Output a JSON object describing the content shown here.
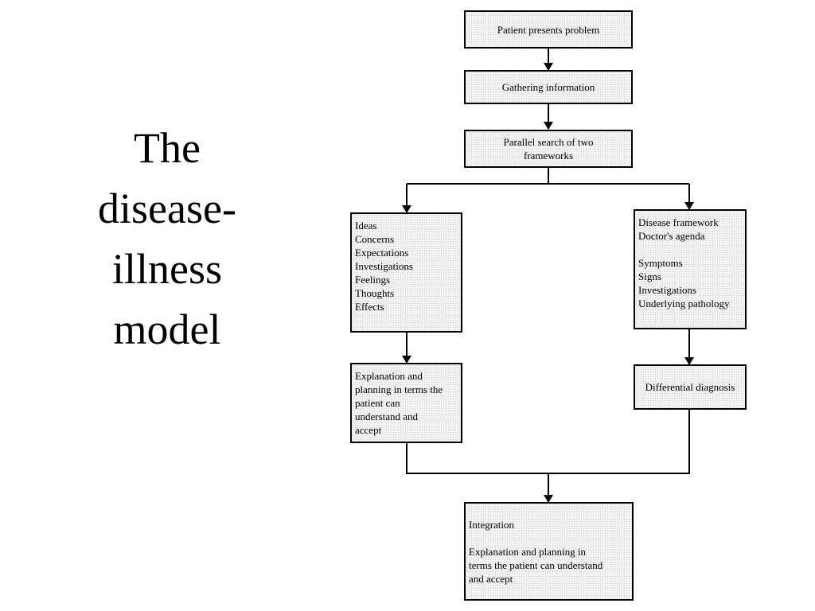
{
  "title": {
    "line1": "The",
    "line2": "disease-",
    "line3": "illness",
    "line4": "model"
  },
  "boxes": {
    "patient_presents": "Patient presents problem",
    "gathering": "Gathering information",
    "parallel_search": {
      "line1": "Parallel search of two",
      "line2": "frameworks"
    },
    "illness_framework": [
      "Ideas",
      "Concerns",
      "Expectations",
      "Investigations",
      "Feelings",
      "Thoughts",
      "Effects"
    ],
    "disease_framework": [
      "Disease framework",
      "Doctor's agenda",
      "",
      "Symptoms",
      "Signs",
      "Investigations",
      "Underlying pathology"
    ],
    "explanation_left": [
      "Explanation and",
      "planning in terms the",
      "patient can",
      "understand and",
      "accept"
    ],
    "differential": "Differential diagnosis",
    "integration": [
      "Integration",
      "",
      "Explanation and planning in",
      "terms the patient can understand",
      "and accept"
    ]
  }
}
